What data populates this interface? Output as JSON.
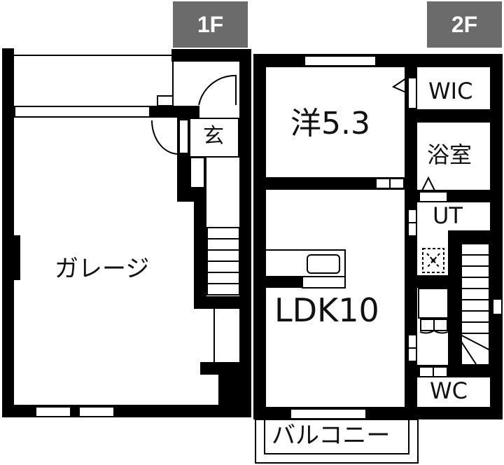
{
  "floors": [
    {
      "id": "1F",
      "badge": "1F",
      "rooms": [
        {
          "name": "garage",
          "label": "ガレージ"
        },
        {
          "name": "entrance",
          "label": "玄"
        }
      ]
    },
    {
      "id": "2F",
      "badge": "2F",
      "rooms": [
        {
          "name": "western-room",
          "label": "洋5.3"
        },
        {
          "name": "walk-in-closet",
          "label": "WIC"
        },
        {
          "name": "bathroom",
          "label": "浴室"
        },
        {
          "name": "utility",
          "label": "UT"
        },
        {
          "name": "ldk",
          "label": "LDK10"
        },
        {
          "name": "toilet",
          "label": "WC"
        },
        {
          "name": "balcony",
          "label": "バルコニー"
        }
      ]
    }
  ],
  "colors": {
    "wall": "#000000",
    "badge_bg": "#6b6b6b",
    "badge_text": "#ffffff",
    "background": "#ffffff"
  }
}
